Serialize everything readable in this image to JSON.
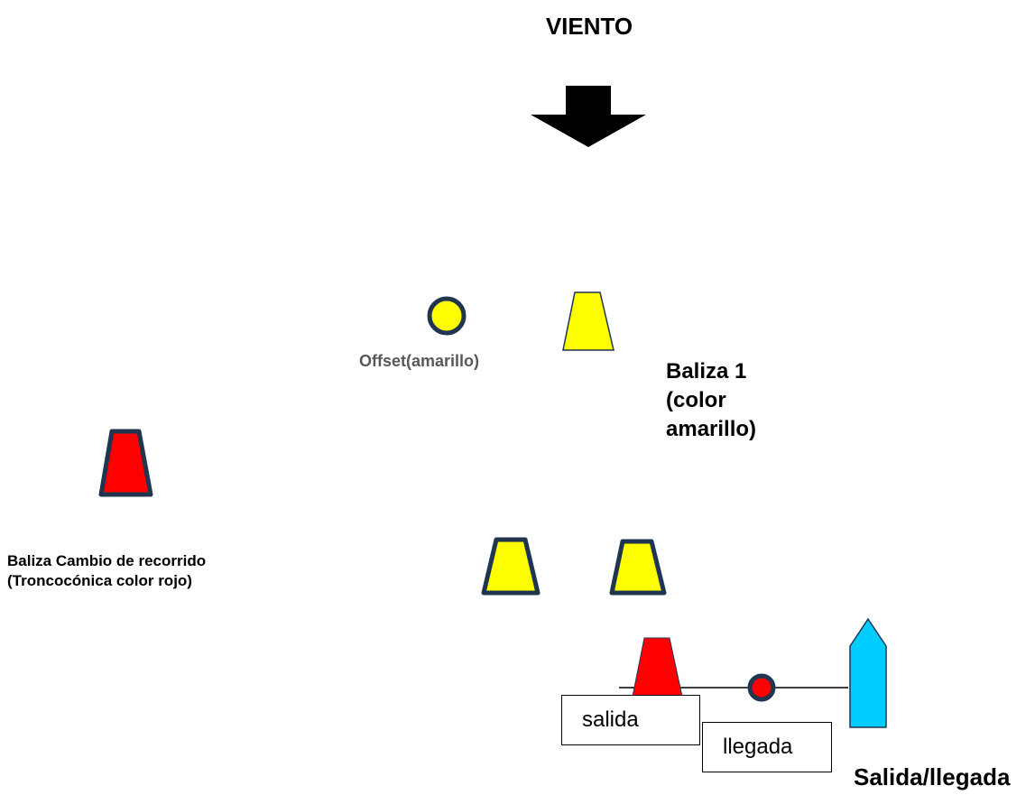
{
  "wind": {
    "title": "VIENTO"
  },
  "marks": {
    "offset_label": "Offset(amarillo)",
    "mark1_lines": [
      "Baliza 1",
      "(color",
      "amarillo)"
    ],
    "course_change_lines": [
      "Baliza Cambio de recorrido",
      "(Troncocónica color rojo)"
    ],
    "start_label": "salida",
    "finish_label": "llegada",
    "start_finish_title": "Salida/llegada"
  },
  "colors": {
    "yellow": "#ffff00",
    "red": "#ff0000",
    "cyan": "#00ccff",
    "outline_dark": "#1f3550",
    "arrow": "#000000"
  }
}
